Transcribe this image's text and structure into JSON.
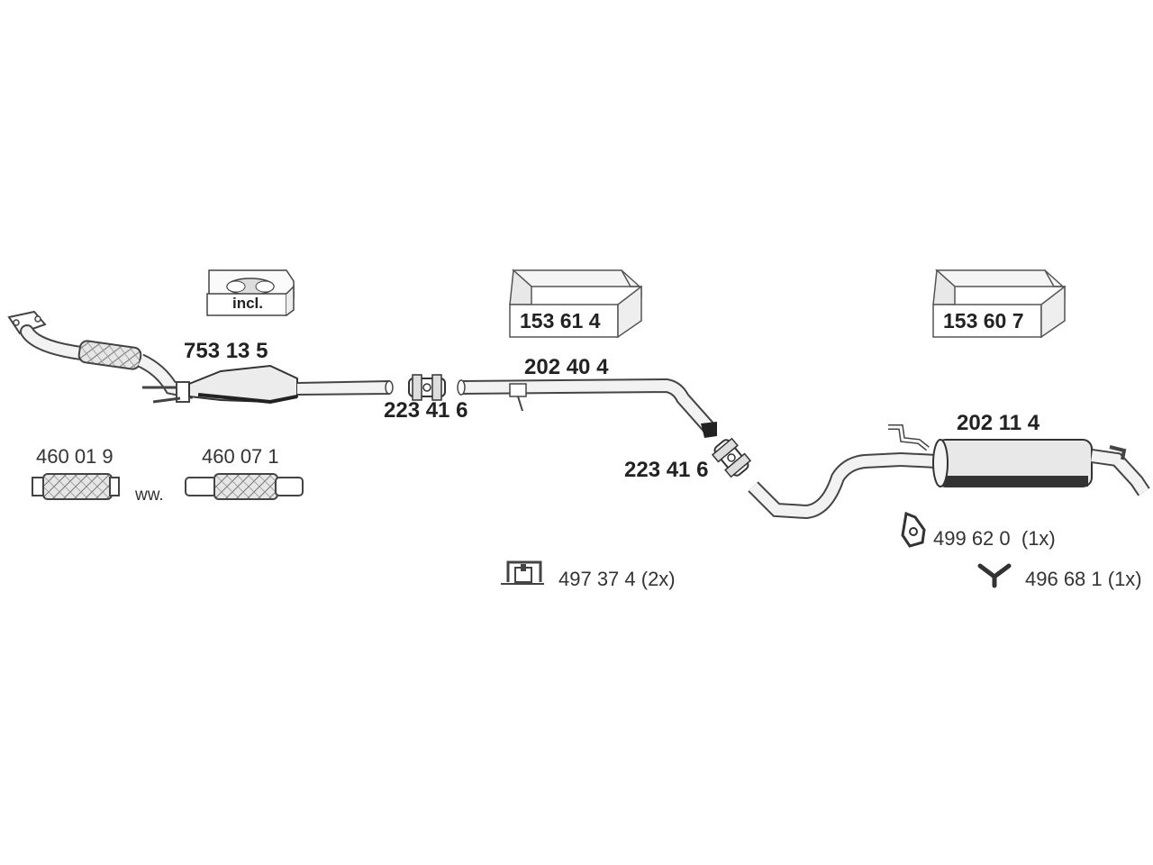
{
  "parts": {
    "catalytic_converter": "753 13 5",
    "included_box": "incl.",
    "clamp_left": "223 41 6",
    "mid_pipe": "202 40 4",
    "mid_kit_box": "153 61 4",
    "clamp_right": "223 41 6",
    "rear_silencer": "202 11 4",
    "rear_kit_box": "153 60 7",
    "flex_pipe_1": "460 01 9",
    "flex_pipe_alt_sep": "ww.",
    "flex_pipe_2": "460 07 1",
    "mount_mid": "497 37 4 (2x)",
    "mount_rear_1": "499 62 0  (1x)",
    "mount_rear_2": "496 68 1 (1x)"
  }
}
